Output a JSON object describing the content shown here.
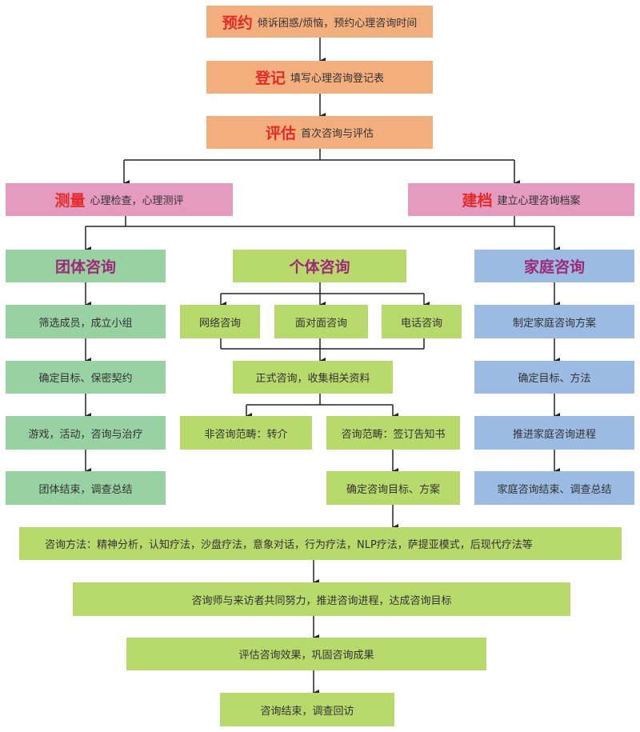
{
  "top": [
    {
      "key": "预约",
      "text": "倾诉困惑/烦恼，预约心理咨询时间"
    },
    {
      "key": "登记",
      "text": "填写心理咨询登记表"
    },
    {
      "key": "评估",
      "text": "首次咨询与评估"
    }
  ],
  "measure": {
    "key": "测量",
    "text": "心理检查，心理测评"
  },
  "archive": {
    "key": "建档",
    "text": "建立心理咨询档案"
  },
  "group": {
    "title": "团体咨询",
    "steps": [
      "筛选成员，成立小组",
      "确定目标、保密契约",
      "游戏，活动，咨询与治疗",
      "团体结束，调查总结"
    ]
  },
  "individual": {
    "title": "个体咨询",
    "modes": [
      "网络咨询",
      "面对面咨询",
      "电话咨询"
    ],
    "formal": "正式咨询，收集相关资料",
    "non_scope": "非咨询范畴：转介",
    "scope": "咨询范畴：签订告知书",
    "goals": "确定咨询目标、方案"
  },
  "family": {
    "title": "家庭咨询",
    "steps": [
      "制定家庭咨询方案",
      "确定目标、方法",
      "推进家庭咨询进程",
      "家庭咨询结束、调查总结"
    ]
  },
  "bottom": [
    "咨询方法：精神分析，认知疗法，沙盘疗法，意象对话，行为疗法，NLP疗法，萨提亚模式，后现代疗法等",
    "咨询师与来访者共同努力，推进咨询进程，达成咨询目标",
    "评估咨询效果，巩固咨询成果",
    "咨询结束，调查回访"
  ]
}
